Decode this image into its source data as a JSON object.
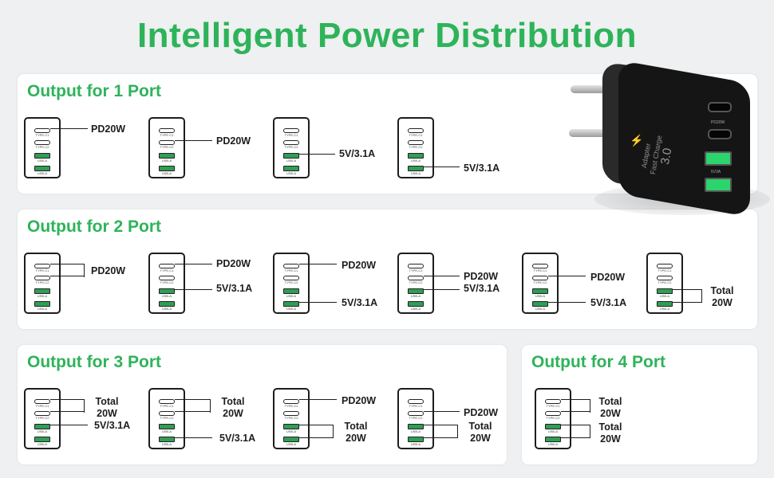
{
  "headline": "Intelligent Power Distribution",
  "ports": {
    "c1": "TYPE-C1",
    "c2": "TYPE-C2",
    "a1": "USB-A",
    "a2": "USB-A"
  },
  "panels": {
    "p1": {
      "title": "Output for 1 Port",
      "labels": [
        "PD20W",
        "PD20W",
        "5V/3.1A",
        "5V/3.1A"
      ]
    },
    "p2": {
      "title": "Output for 2 Port",
      "labels": [
        "PD20W",
        "PD20W",
        "5V/3.1A",
        "PD20W",
        "5V/3.1A",
        "PD20W",
        "5V/3.1A",
        "PD20W",
        "5V/3.1A",
        "Total",
        "20W"
      ]
    },
    "p3": {
      "title": "Output for 3 Port",
      "labels": [
        "Total",
        "20W",
        "5V/3.1A",
        "Total",
        "20W",
        "5V/3.1A",
        "PD20W",
        "Total",
        "20W",
        "PD20W",
        "Total",
        "20W"
      ]
    },
    "p4": {
      "title": "Output for 4 Port",
      "labels": [
        "Total",
        "20W",
        "Total",
        "20W"
      ]
    }
  },
  "product": {
    "brand_line1": "Adapter",
    "brand_line2": "Fast Charge",
    "brand_num": "3.0",
    "port_tag1": "PD20W",
    "port_tag2": "5V3A"
  },
  "colors": {
    "accent": "#2eb35a",
    "port_a": "#2f9e55",
    "text": "#1d1d1d"
  },
  "icons": [
    "lightning-bolt-icon",
    "charger-diagram-icon"
  ]
}
